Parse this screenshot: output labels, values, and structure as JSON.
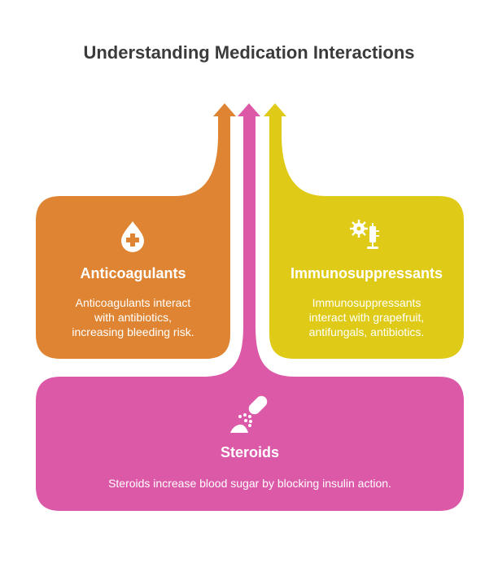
{
  "title": "Understanding Medication Interactions",
  "colors": {
    "orange": "#DE8432",
    "yellow": "#DFCB17",
    "pink": "#DC59A8",
    "title": "#3b3b3b"
  },
  "cards": [
    {
      "name": "Anticoagulants",
      "icon": "blood-drop-cross-icon",
      "lines": [
        "Anticoagulants interact",
        "with antibiotics,",
        "increasing bleeding risk."
      ]
    },
    {
      "name": "Immunosuppressants",
      "icon": "virus-syringe-icon",
      "lines": [
        "Immunosuppressants",
        "interact with grapefruit,",
        "antifungals, antibiotics."
      ]
    },
    {
      "name": "Steroids",
      "icon": "pill-powder-icon",
      "lines": [
        "Steroids increase blood sugar by blocking insulin action."
      ]
    }
  ]
}
